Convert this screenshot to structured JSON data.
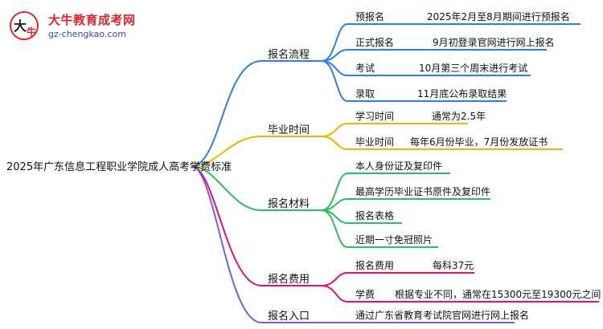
{
  "logo": {
    "title": "大牛教育成考网",
    "url": "gz-chengkao.com",
    "colors": {
      "title": "#d9262c",
      "url": "#2b4fa0"
    }
  },
  "root": "2025年广东信息工程职业学院成人高考学费标准",
  "colors": {
    "flow": "#2f7fe3",
    "graduation": "#f0b400",
    "materials": "#2ebd5f",
    "fees": "#e0127a",
    "entry": "#7a5ce0"
  },
  "branches": [
    {
      "label": "报名流程",
      "items": [
        {
          "label": "预报名",
          "value": "2025年2月至8月期间进行预报名"
        },
        {
          "label": "正式报名",
          "value": "9月初登录官网进行网上报名"
        },
        {
          "label": "考试",
          "value": "10月第三个周末进行考试"
        },
        {
          "label": "录取",
          "value": "11月底公布录取结果"
        }
      ]
    },
    {
      "label": "毕业时间",
      "items": [
        {
          "label": "学习时间",
          "value": "通常为2.5年"
        },
        {
          "label": "毕业时间",
          "value": "每年6月份毕业，7月份发放证书"
        }
      ]
    },
    {
      "label": "报名材料",
      "items": [
        {
          "label": "本人身份证及复印件"
        },
        {
          "label": "最高学历毕业证书原件及复印件"
        },
        {
          "label": "报名表格"
        },
        {
          "label": "近期一寸免冠照片"
        }
      ]
    },
    {
      "label": "报名费用",
      "items": [
        {
          "label": "报名费用",
          "value": "每科37元"
        },
        {
          "label": "学费",
          "value": "根据专业不同，通常在15300元至19300元之间"
        }
      ]
    },
    {
      "label": "报名入口",
      "items": [
        {
          "label": "通过广东省教育考试院官网进行网上报名"
        }
      ]
    }
  ]
}
